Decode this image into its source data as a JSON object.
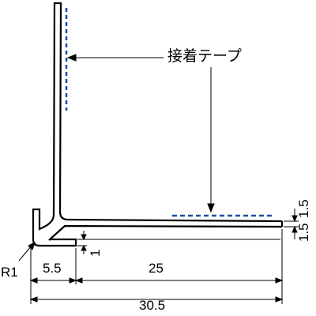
{
  "labels": {
    "adhesive_tape": "接着テープ",
    "radius": "R1",
    "dim_5_5": "5.5",
    "dim_25": "25",
    "dim_30_5": "30.5",
    "dim_1_5_top": "1.5",
    "dim_1_5_bottom": "1.5",
    "dim_1": "1"
  },
  "colors": {
    "profile": "#000000",
    "tape": "#1a4fa0"
  }
}
